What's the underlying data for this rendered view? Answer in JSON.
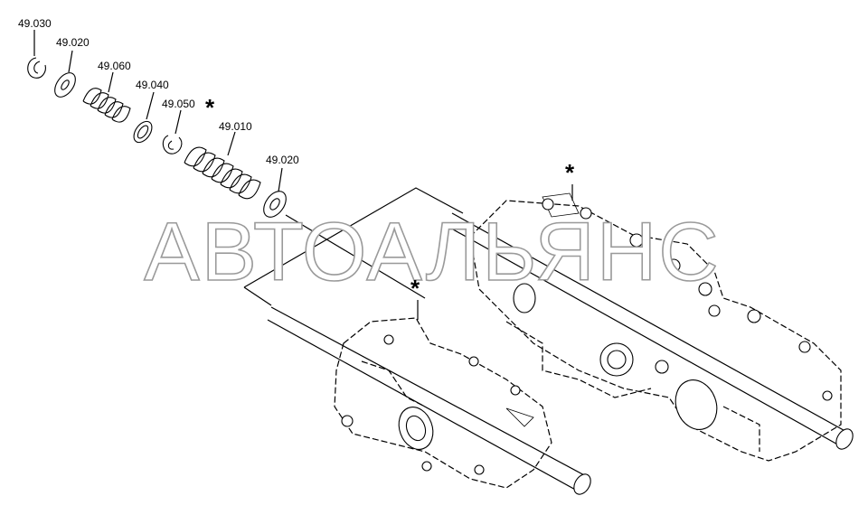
{
  "watermark": "АВТОАЛЬЯНС",
  "callouts": [
    {
      "id": "c1",
      "text": "49.030"
    },
    {
      "id": "c2",
      "text": "49.020"
    },
    {
      "id": "c3",
      "text": "49.060"
    },
    {
      "id": "c4",
      "text": "49.040"
    },
    {
      "id": "c5",
      "text": "49.050"
    },
    {
      "id": "c6",
      "text": "49.010"
    },
    {
      "id": "c7",
      "text": "49.020"
    }
  ],
  "asterisk": "*"
}
